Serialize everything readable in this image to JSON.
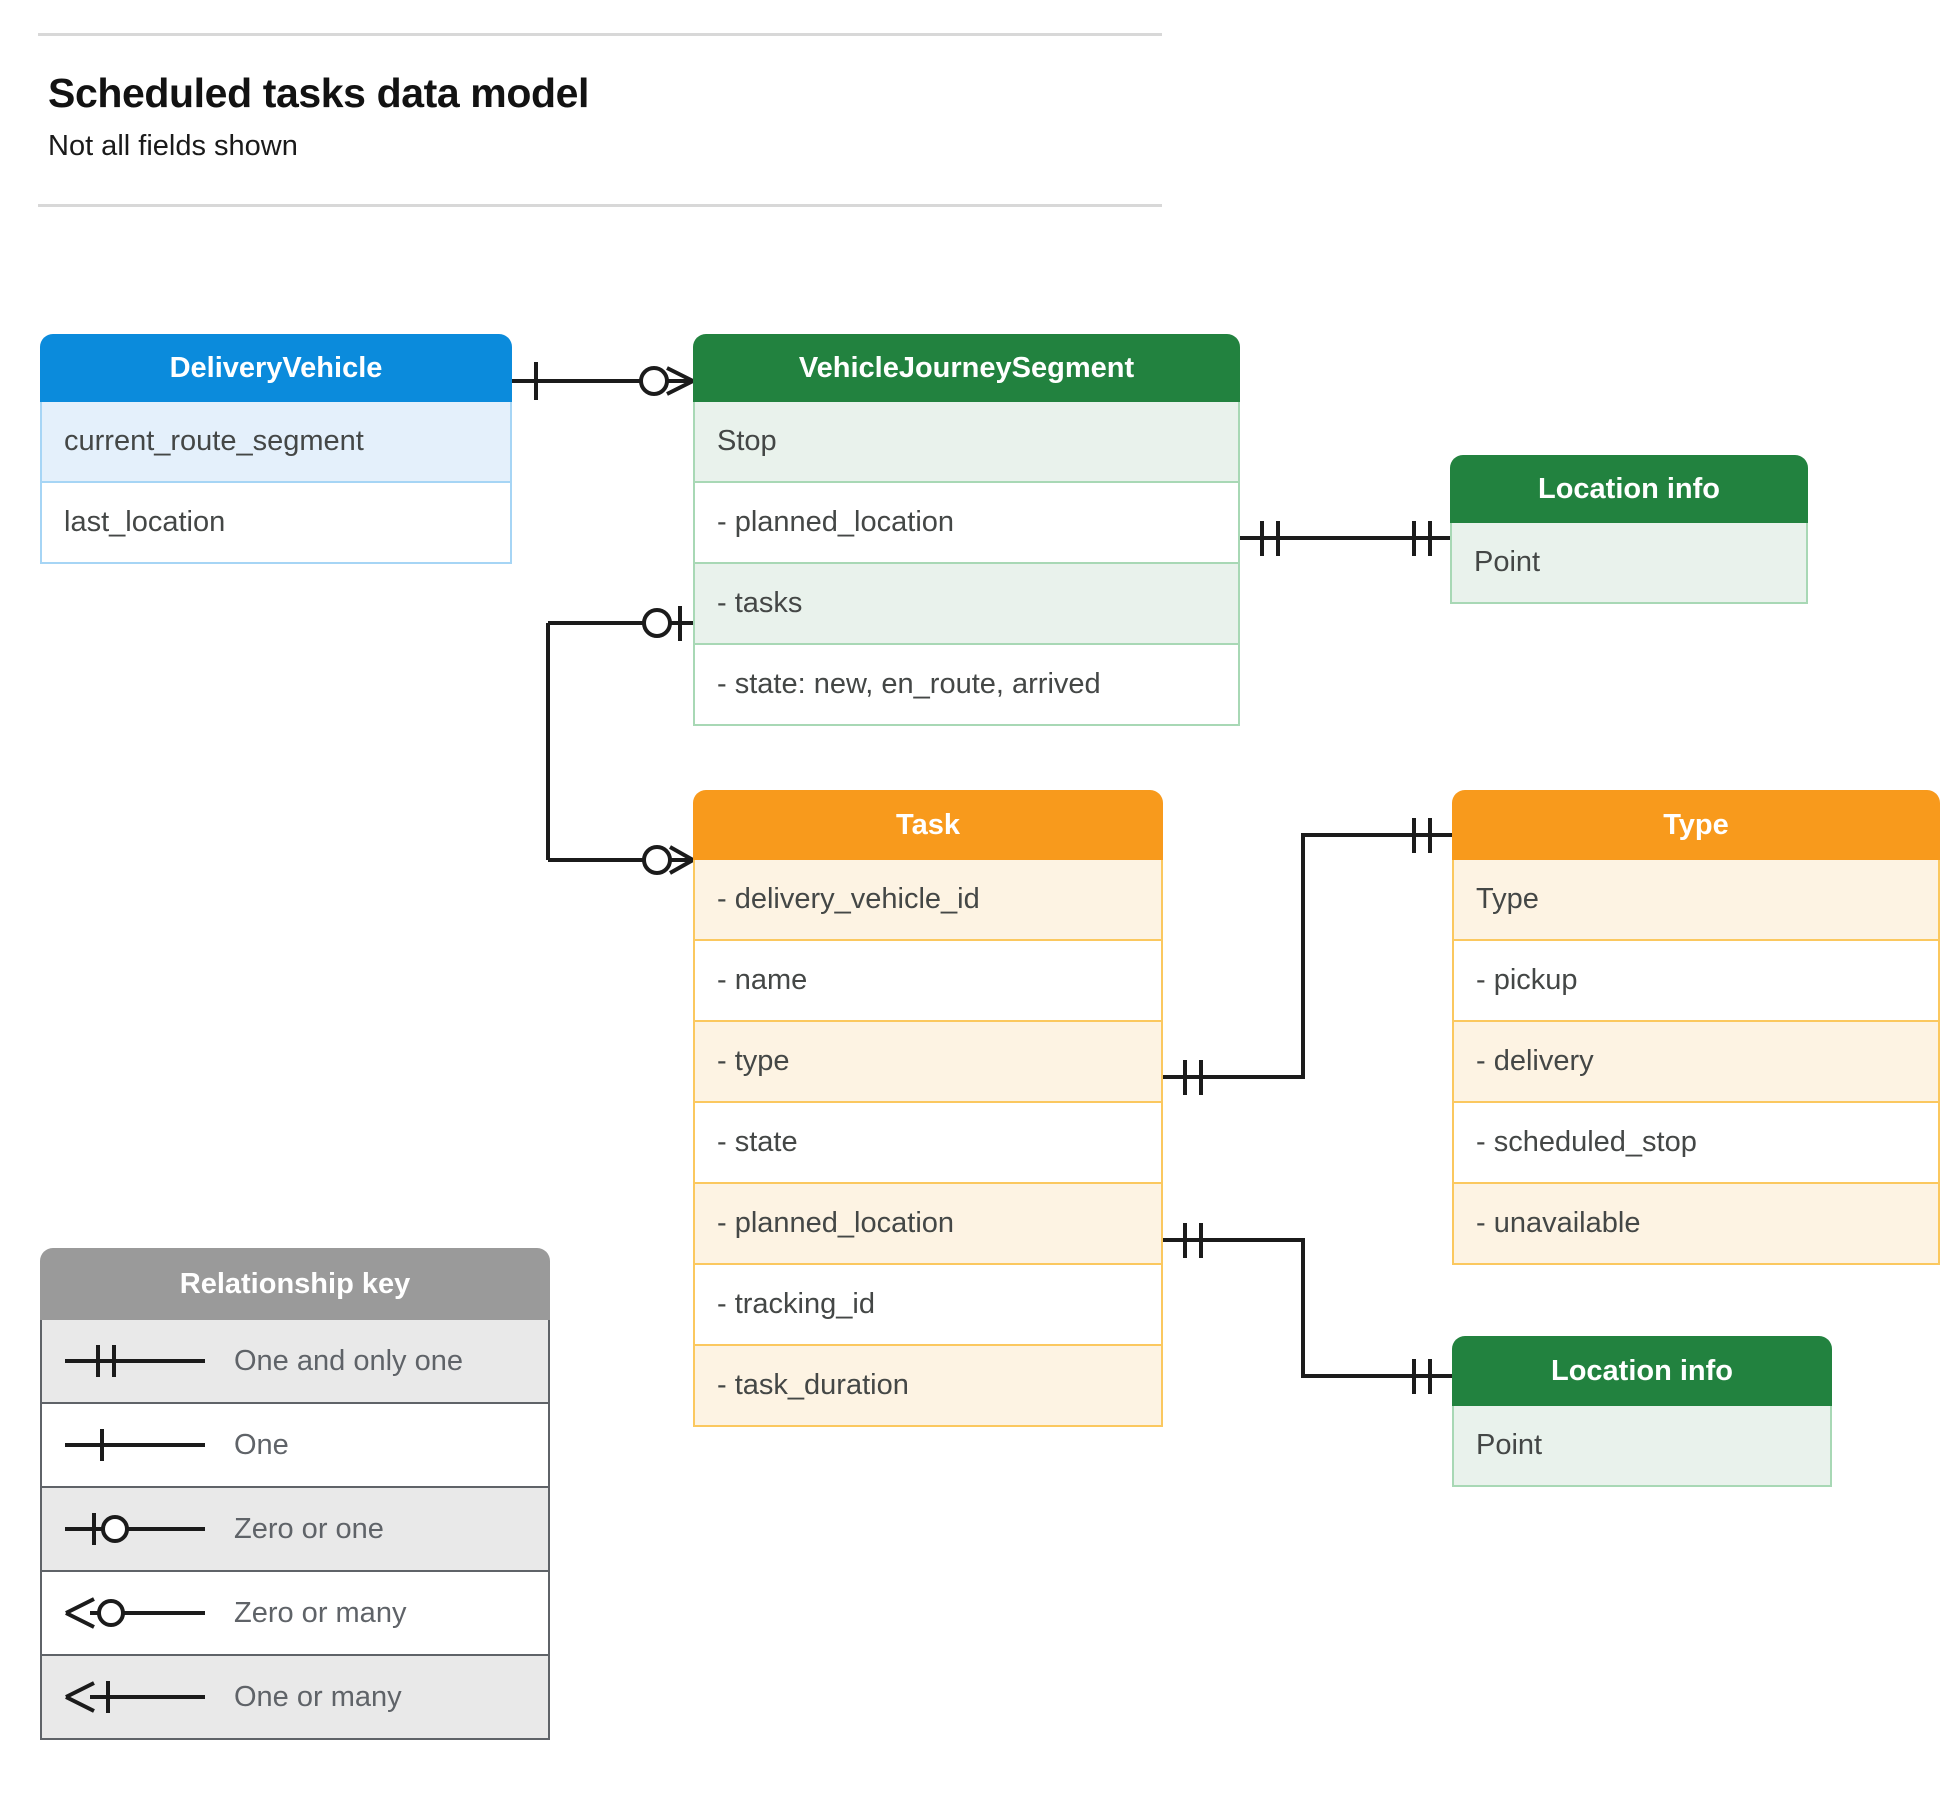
{
  "header": {
    "title": "Scheduled tasks data model",
    "subtitle": "Not all fields shown"
  },
  "entities": {
    "delivery_vehicle": {
      "title": "DeliveryVehicle",
      "color": "#0b8bdc",
      "rows": [
        "current_route_segment",
        "last_location"
      ]
    },
    "vehicle_journey_segment": {
      "title": "VehicleJourneySegment",
      "color": "#22823f",
      "rows": [
        "Stop",
        "-  planned_location",
        "- tasks",
        "- state: new, en_route, arrived"
      ]
    },
    "location_info_top": {
      "title": "Location info",
      "color": "#22823f",
      "rows": [
        "Point"
      ]
    },
    "location_info_bottom": {
      "title": "Location info",
      "color": "#22823f",
      "rows": [
        "Point"
      ]
    },
    "task": {
      "title": "Task",
      "color": "#f89a1c",
      "rows": [
        "- delivery_vehicle_id",
        "- name",
        "- type",
        "- state",
        "- planned_location",
        "- tracking_id",
        "- task_duration"
      ]
    },
    "type": {
      "title": "Type",
      "color": "#f89a1c",
      "rows": [
        "Type",
        "-   pickup",
        "-   delivery",
        "-   scheduled_stop",
        "-   unavailable"
      ]
    }
  },
  "legend": {
    "title": "Relationship key",
    "items": [
      {
        "symbol": "one-and-only-one",
        "label": "One and only one"
      },
      {
        "symbol": "one",
        "label": "One"
      },
      {
        "symbol": "zero-or-one",
        "label": "Zero or one"
      },
      {
        "symbol": "zero-or-many",
        "label": "Zero or many"
      },
      {
        "symbol": "one-or-many",
        "label": "One or many"
      }
    ]
  },
  "relationships": [
    {
      "from": "DeliveryVehicle",
      "from_notation": "one",
      "to": "VehicleJourneySegment",
      "to_notation": "zero-or-many"
    },
    {
      "from": "VehicleJourneySegment.tasks",
      "from_notation": "zero-or-one",
      "to": "Task",
      "to_notation": "zero-or-many"
    },
    {
      "from": "VehicleJourneySegment.planned_location",
      "from_notation": "one-and-only-one",
      "to": "Location info",
      "to_notation": "one-and-only-one"
    },
    {
      "from": "Task.type",
      "from_notation": "one-and-only-one",
      "to": "Type",
      "to_notation": "one-and-only-one"
    },
    {
      "from": "Task.planned_location",
      "from_notation": "one-and-only-one",
      "to": "Location info",
      "to_notation": "one-and-only-one"
    }
  ]
}
